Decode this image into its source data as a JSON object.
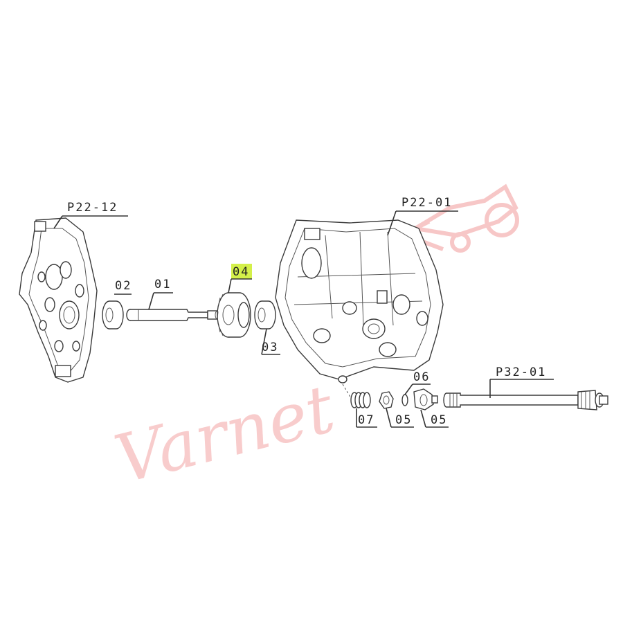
{
  "labels": {
    "cover": "P22-12",
    "housing": "P22-01",
    "shaft_long": "P32-01",
    "p01": "01",
    "p02": "02",
    "p03": "03",
    "p04": "04",
    "p05a": "05",
    "p05b": "05",
    "p06": "06",
    "p07": "07"
  },
  "highlighted_part": "04",
  "colors": {
    "highlight": "#d4f04a",
    "watermark": "#f3a3a3",
    "line": "#333333"
  },
  "watermark": {
    "text": "Varnet"
  }
}
